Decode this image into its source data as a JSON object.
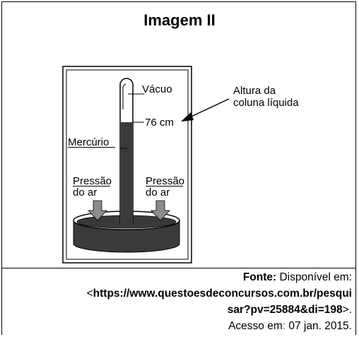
{
  "title": "Imagem II",
  "diagram": {
    "labels": {
      "vacuum": "Vácuo",
      "height": "76 cm",
      "mercury": "Mercúrio",
      "column_height_line1": "Altura da",
      "column_height_line2": "coluna líquida",
      "pressure_left_line1": "Pressão",
      "pressure_left_line2": "do ar",
      "pressure_right_line1": "Pressão",
      "pressure_right_line2": "do ar"
    },
    "colors": {
      "mercury": "#3a3a3a",
      "arrow": "#8c8c8c"
    }
  },
  "source": {
    "label": "Fonte:",
    "available": " Disponível em:",
    "lt": "<",
    "url_line1": "https://www.questoesdeconcursos.com.br/pesqui",
    "url_line2": "sar?pv=25884&di=198",
    "gt": ">.",
    "access_prefix": "Acesso em",
    "colon": ":",
    "access_date": " 07 jan. 2015."
  }
}
